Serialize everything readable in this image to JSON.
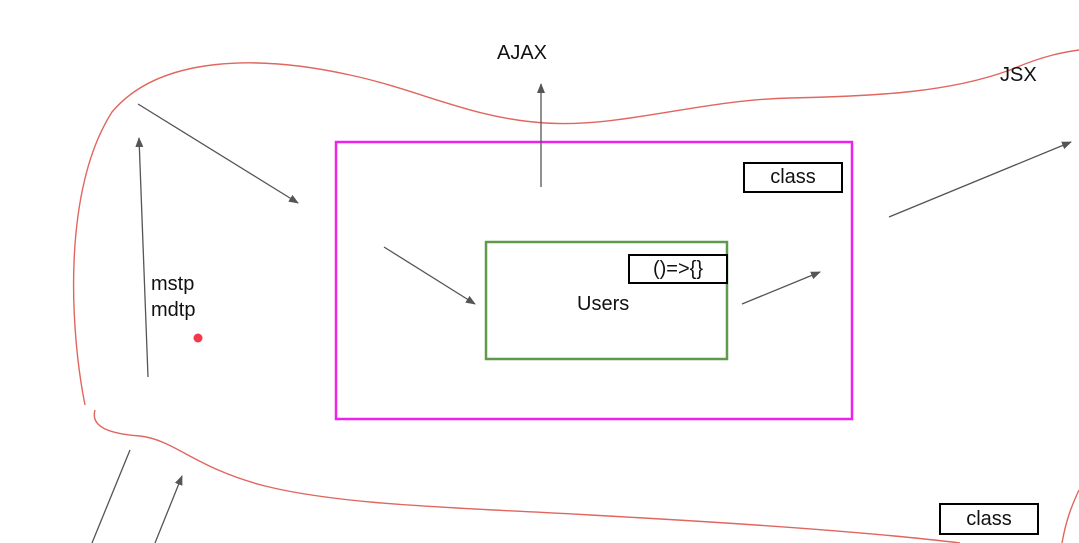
{
  "labels": {
    "ajax": "AJAX",
    "jsx": "JSX",
    "mstp": "mstp",
    "mdtp": "mdtp",
    "users": "Users",
    "arrow_fn": "()=>{}",
    "class_top": "class",
    "class_bottom": "class"
  },
  "colors": {
    "outline": "#e0665f",
    "outer_box": "#ee22ee",
    "inner_box": "#5f9a4a",
    "arrow": "#555555",
    "dot": "#f03a4c"
  }
}
